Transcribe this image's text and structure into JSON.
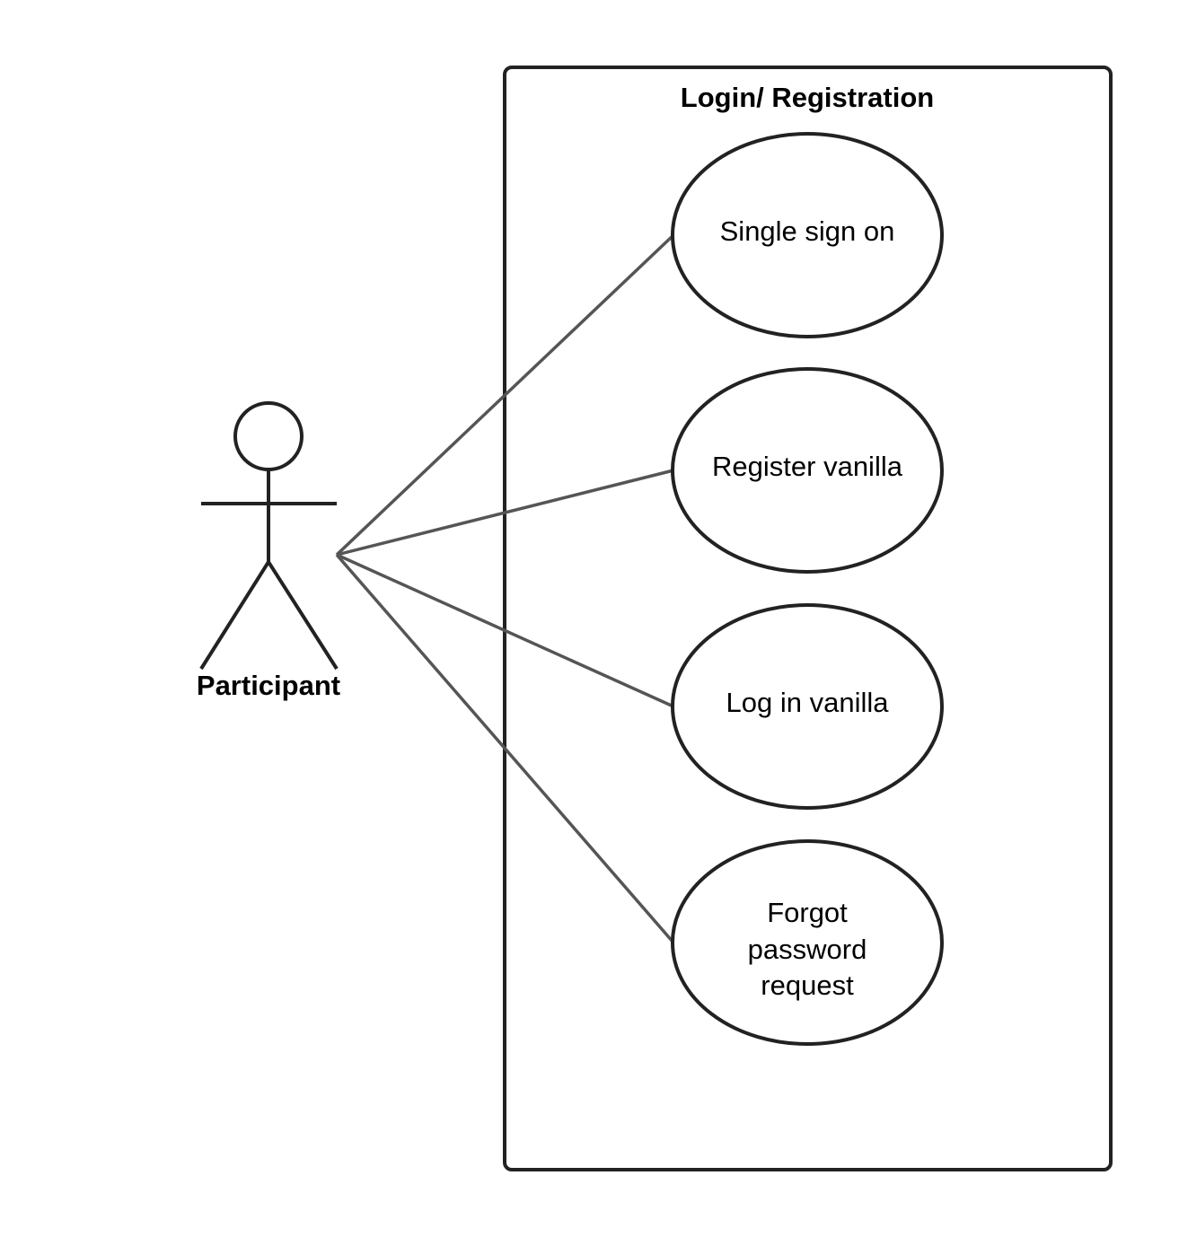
{
  "system": {
    "title": "Login/ Registration"
  },
  "actor": {
    "label": "Participant"
  },
  "use_cases": [
    {
      "lines": [
        "Single sign on"
      ]
    },
    {
      "lines": [
        "Register vanilla"
      ]
    },
    {
      "lines": [
        "Log in vanilla"
      ]
    },
    {
      "lines": [
        "Forgot",
        "password",
        "request"
      ]
    }
  ],
  "colors": {
    "outline": "#222222",
    "association_line": "#555555",
    "text": "#000000",
    "background": "#ffffff"
  }
}
